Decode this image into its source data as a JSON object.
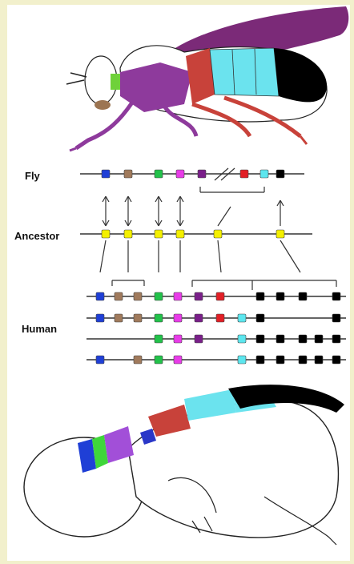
{
  "labels": {
    "fly": "Fly",
    "ancestor": "Ancestor",
    "human": "Human"
  },
  "colors": {
    "background": "#f2f0cc",
    "blue": "#1f3fd6",
    "brown": "#a07a5c",
    "green": "#22c24a",
    "magenta": "#e83ce8",
    "purple": "#7a1f8a",
    "red": "#e21f26",
    "cyan": "#5ce6ee",
    "black": "#000000",
    "ancestor_box": "#f4f000",
    "wing": "#7b2a78",
    "fly_red": "#c8423a",
    "fly_purple": "#8e3a9c"
  },
  "icons": [
    "fly-illustration",
    "fetus-illustration",
    "gene-cluster-diagram"
  ]
}
